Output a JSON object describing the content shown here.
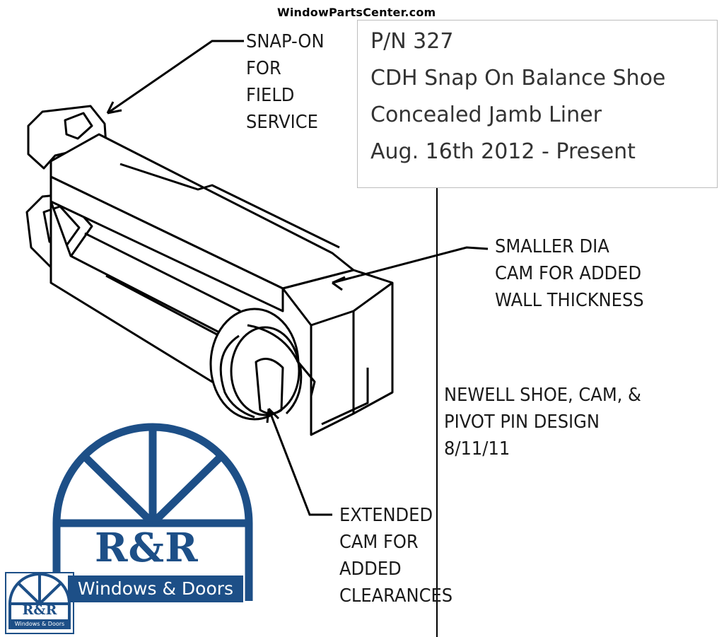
{
  "header": {
    "watermark": "WindowPartsCenter.com"
  },
  "info_box": {
    "lines": [
      "P/N 327",
      "CDH Snap On Balance Shoe",
      "Concealed Jamb Liner",
      "Aug. 16th 2012 - Present"
    ]
  },
  "callouts": {
    "snap_on": [
      "SNAP-ON",
      "FOR",
      "FIELD",
      "SERVICE"
    ],
    "smaller_dia": [
      "SMALLER DIA",
      "CAM FOR ADDED",
      "WALL THICKNESS"
    ],
    "newell": [
      "NEWELL SHOE, CAM, &",
      "PIVOT PIN DESIGN",
      "8/11/11"
    ],
    "extended": [
      "EXTENDED",
      "CAM FOR",
      "ADDED",
      "CLEARANCES"
    ]
  },
  "logo": {
    "title": "R&R",
    "subtitle": "Windows & Doors",
    "brand_color": "#1d4f87"
  }
}
